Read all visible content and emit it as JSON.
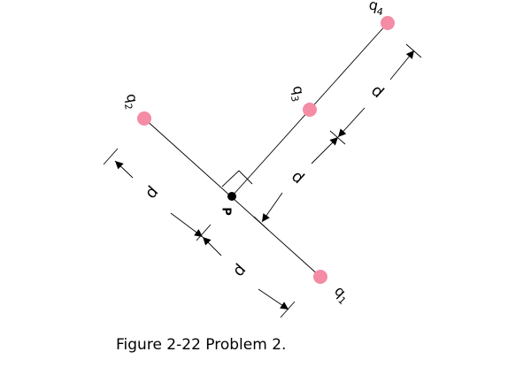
{
  "figure": {
    "caption": "Figure 2-22 Problem 2.",
    "point_label": "P",
    "charge_prefix": "q",
    "dimension_label": "d",
    "charges": [
      {
        "symbol": "q",
        "index": "1"
      },
      {
        "symbol": "q",
        "index": "2"
      },
      {
        "symbol": "q",
        "index": "3"
      },
      {
        "symbol": "q",
        "index": "4"
      }
    ],
    "colors": {
      "charge_fill": "#F48CA5",
      "point_fill": "#000000",
      "line": "#000000"
    }
  }
}
